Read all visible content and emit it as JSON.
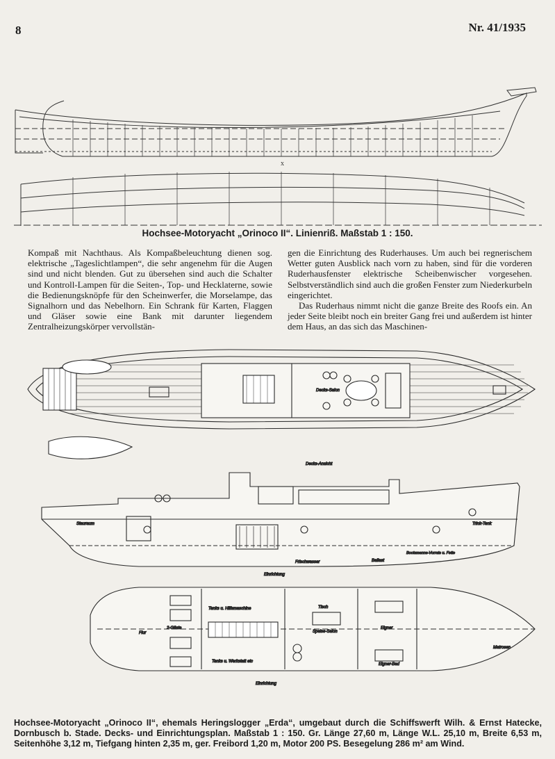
{
  "header": {
    "page_number": "8",
    "issue": "Nr. 41/1935"
  },
  "lines_plan": {
    "caption": "Hochsee-Motoryacht „Orinoco II“.  Linienriß.  Maßstab 1 : 150."
  },
  "body_text": {
    "left_column": "Kompaß mit Nachthaus. Als Kompaßbeleuchtung dienen sog. elektrische „Tageslichtlampen“, die sehr angenehm für die Augen sind und nicht blenden. Gut zu übersehen sind auch die Schalter und Kontroll-Lampen für die Seiten-, Top- und Hecklaterne, sowie die Bedienungsknöpfe für den Scheinwerfer, die Morselampe, das Signalhorn und das Nebelhorn. Ein Schrank für Karten, Flaggen und Gläser sowie eine Bank mit darunter liegendem Zentralheizungskörper vervollstän-",
    "right_column_p1": "gen die Einrichtung des Ruderhauses. Um auch bei regnerischem Wetter guten Ausblick nach vorn zu haben, sind für die vorderen Ruderhausfenster elektrische Scheibenwischer vorgesehen. Selbstverständlich sind auch die großen Fenster zum Niederkurbeln eingerichtet.",
    "right_column_p2": "Das Ruderhaus nimmt nicht die ganze Breite des Roofs ein. An jeder Seite bleibt noch ein breiter Gang frei und außerdem ist hinter dem Haus, an das sich das Maschinen-"
  },
  "drawing_labels": {
    "deck_salon": "Decks-Salon",
    "deck_view": "Decks-Ansicht",
    "stauraum": "Stauraum",
    "trink_tank": "Trink-Tank",
    "frischwasser": "Frischwasser",
    "ballast": "Ballast",
    "bootsmann": "Bootsmanns-Vorrats u. Fette",
    "einrichtung": "Einrichtung",
    "tanks_hilfsmaschine": "Tanks u. Hilfsmaschine",
    "tanks_werkstatt": "Tanks u. Werkstatt etc",
    "tisch": "Tisch",
    "speise_salon": "Speise-Salon",
    "eigner": "Eigner",
    "eigner_bad": "Eigner-Bad",
    "flur": "Flur",
    "gaeste_2": "2-Gäste",
    "matrosen": "Matrosen"
  },
  "plan_caption": "Hochsee-Motoryacht „Orinoco II“, ehemals Heringslogger „Erda“, umgebaut durch die Schiffswerft Wilh. & Ernst Hatecke, Dornbusch b. Stade.  Decks- und Einrichtungsplan.  Maßstab 1 : 150.  Gr. Länge 27,60 m, Länge W.L. 25,10 m, Breite 6,53 m, Seitenhöhe 3,12 m, Tiefgang hinten 2,35 m, ger. Freibord 1,20 m, Motor 200 PS.  Besegelung 286 m² am Wind."
}
